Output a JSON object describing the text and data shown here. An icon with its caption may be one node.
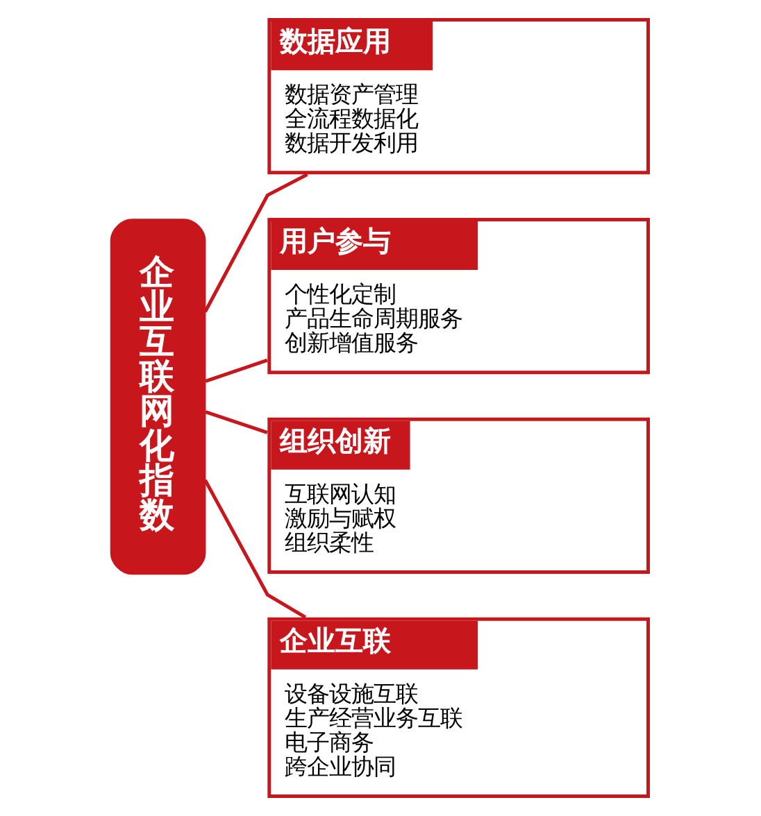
{
  "diagram": {
    "nodes": [
      {
        "text": [
          "企业互联网化指数"
        ]
      },
      {
        "text": [
          "数据应用",
          "数据资产管理",
          "全流程数据化",
          "数据开发利用"
        ]
      },
      {
        "text": [
          "用户参与",
          "个性化定制",
          "产品生命周期服务",
          "创新增值服务"
        ]
      },
      {
        "text": [
          "组织创新",
          "互联网认知",
          "激励与赋权",
          "组织柔性"
        ]
      },
      {
        "text": [
          "企业互联",
          "设备设施互联",
          "生产经营业务互联",
          "电子商务",
          "跨企业协同"
        ]
      }
    ],
    "edges": [
      {
        "from": 0,
        "to": 1,
        "arrow": "none"
      },
      {
        "from": 0,
        "to": 2,
        "arrow": "none"
      },
      {
        "from": 0,
        "to": 3,
        "arrow": "none"
      },
      {
        "from": 0,
        "to": 4,
        "arrow": "none"
      }
    ]
  }
}
